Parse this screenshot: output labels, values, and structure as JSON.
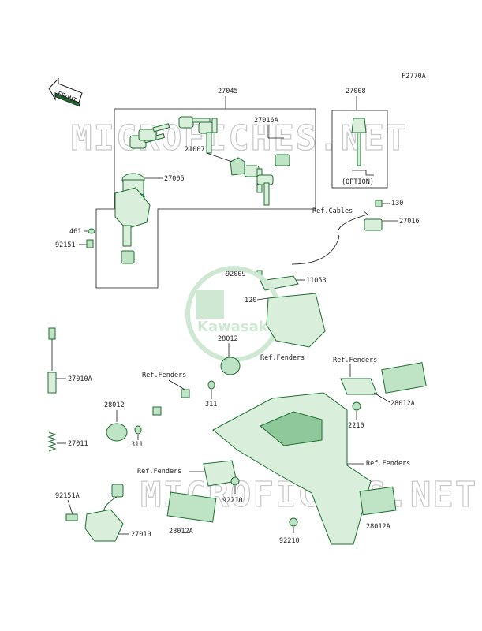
{
  "figure_code": "F2770A",
  "front_label": "FRONT",
  "watermark_text": "MICROFICHES.NET",
  "logo_text": "Kawasaki",
  "option_label": "(OPTION)",
  "labels": {
    "p27045": "27045",
    "p27008": "27008",
    "p27016A": "27016A",
    "p21007": "21007",
    "p27005": "27005",
    "p461": "461",
    "p92151": "92151",
    "ref_cables": "Ref.Cables",
    "p130": "130",
    "p27016": "27016",
    "p92009": "92009",
    "p11053": "11053",
    "p120": "120",
    "p28012_top": "28012",
    "ref_fenders_1": "Ref.Fenders",
    "p27010A": "27010A",
    "ref_fenders_2": "Ref.Fenders",
    "ref_fenders_3": "Ref.Fenders",
    "p28012_left": "28012",
    "p311_a": "311",
    "p28012A_r1": "28012A",
    "p92210_a": "92210",
    "p311_b": "311",
    "p27011": "27011",
    "ref_fenders_4": "Ref.Fenders",
    "ref_fenders_5": "Ref.Fenders",
    "p92151A": "92151A",
    "p92210_b": "92210",
    "p27010": "27010",
    "p28012A_l": "28012A",
    "p28012A_r2": "28012A",
    "p92210_c": "92210"
  },
  "colors": {
    "part_fill": "#d9efdc",
    "part_stroke": "#1e6e32",
    "line": "#1a1a1a",
    "watermark": "#c8c8c8"
  }
}
